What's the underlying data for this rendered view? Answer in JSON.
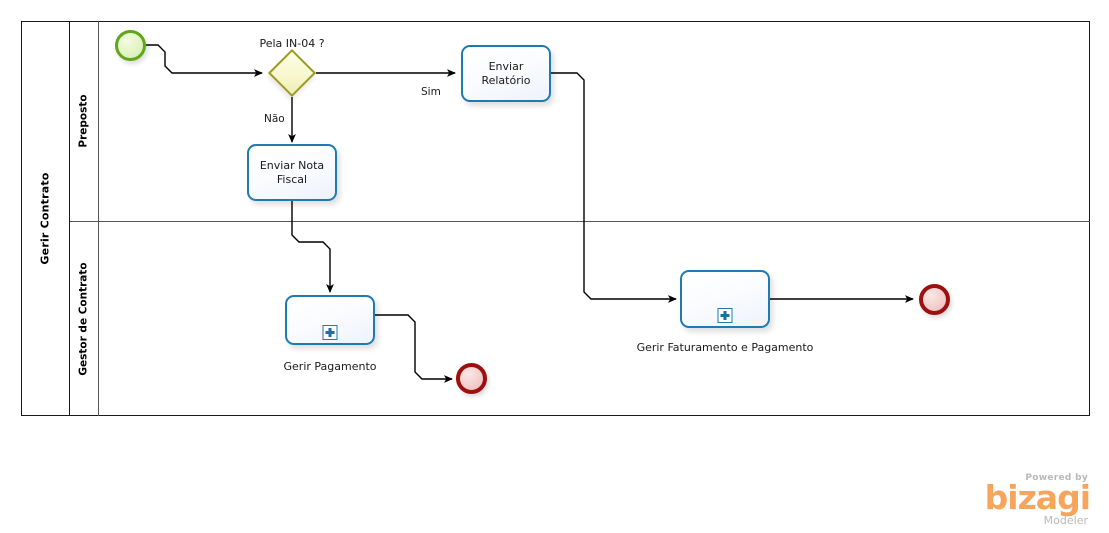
{
  "diagram": {
    "type": "bpmn-process-diagram",
    "pool": {
      "name": "Gerir Contrato",
      "lanes": [
        {
          "id": "lane-preposto",
          "name": "Preposto"
        },
        {
          "id": "lane-gestor",
          "name": "Gestor de Contrato"
        }
      ]
    },
    "colors": {
      "start_event_border": "#62a61c",
      "start_event_fill": "#e3f4c4",
      "end_event_border": "#9c1010",
      "end_event_fill": "#f3cfcd",
      "gateway_border": "#9a9a22",
      "gateway_fill": "#f7f7cd",
      "task_border": "#1f7ab0",
      "task_fill": "#eef3fa",
      "flow_line": "#000000",
      "pool_border": "#1a1a1a",
      "lane_border": "#555555"
    },
    "nodes": [
      {
        "id": "start",
        "kind": "start-event",
        "lane": "lane-preposto",
        "label": ""
      },
      {
        "id": "gateway-in04",
        "kind": "exclusive-gateway",
        "lane": "lane-preposto",
        "label": "Pela IN-04 ?"
      },
      {
        "id": "task-enviar-relatorio",
        "kind": "task",
        "lane": "lane-preposto",
        "label": "Enviar Relatório"
      },
      {
        "id": "task-enviar-nota-fiscal",
        "kind": "task",
        "lane": "lane-preposto",
        "label": "Enviar Nota Fiscal"
      },
      {
        "id": "subprocess-gerir-pagamento",
        "kind": "collapsed-subprocess",
        "lane": "lane-gestor",
        "label": "Gerir Pagamento",
        "marker": "plus-icon"
      },
      {
        "id": "subprocess-gerir-faturamento",
        "kind": "collapsed-subprocess",
        "lane": "lane-gestor",
        "label": "Gerir Faturamento e Pagamento",
        "marker": "plus-icon"
      },
      {
        "id": "end-pagamento",
        "kind": "end-event",
        "lane": "lane-gestor",
        "label": ""
      },
      {
        "id": "end-faturamento",
        "kind": "end-event",
        "lane": "lane-gestor",
        "label": ""
      }
    ],
    "flows": [
      {
        "id": "flow-start-gateway",
        "from": "start",
        "to": "gateway-in04",
        "label": ""
      },
      {
        "id": "flow-gateway-relatorio",
        "from": "gateway-in04",
        "to": "task-enviar-relatorio",
        "label": "Sim"
      },
      {
        "id": "flow-gateway-nota",
        "from": "gateway-in04",
        "to": "task-enviar-nota-fiscal",
        "label": "Não"
      },
      {
        "id": "flow-nota-pagamento",
        "from": "task-enviar-nota-fiscal",
        "to": "subprocess-gerir-pagamento",
        "label": ""
      },
      {
        "id": "flow-relatorio-faturamento",
        "from": "task-enviar-relatorio",
        "to": "subprocess-gerir-faturamento",
        "label": ""
      },
      {
        "id": "flow-pagamento-end",
        "from": "subprocess-gerir-pagamento",
        "to": "end-pagamento",
        "label": ""
      },
      {
        "id": "flow-faturamento-end",
        "from": "subprocess-gerir-faturamento",
        "to": "end-faturamento",
        "label": ""
      }
    ]
  },
  "watermark": {
    "powered_by": "Powered by",
    "brand": "bizagi",
    "product": "Modeler"
  }
}
